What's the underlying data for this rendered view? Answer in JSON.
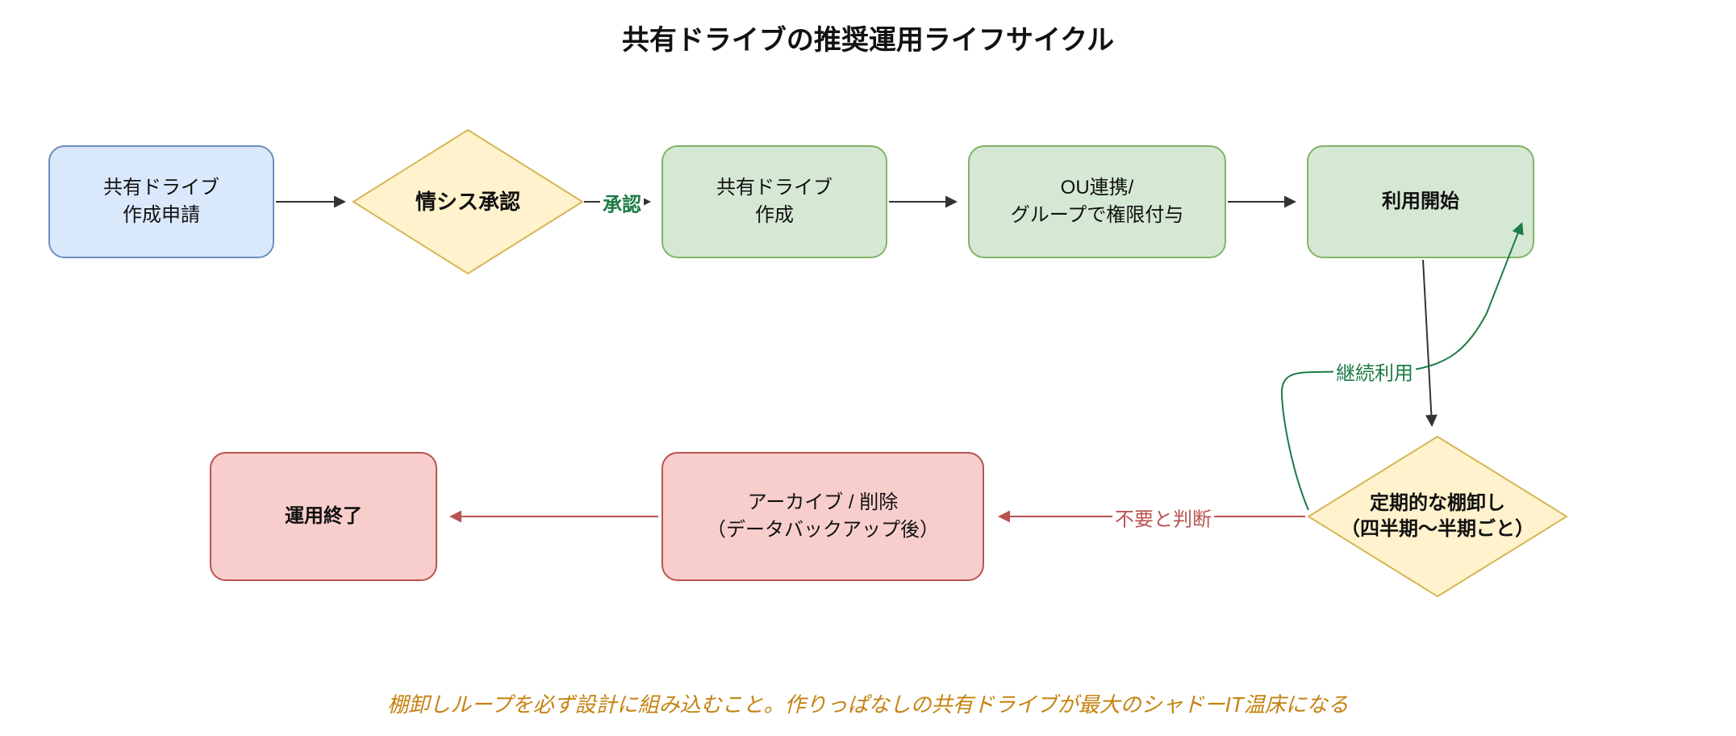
{
  "title": "共有ドライブの推奨運用ライフサイクル",
  "nodes": {
    "request": {
      "line1": "共有ドライブ",
      "line2": "作成申請"
    },
    "approval": {
      "label": "情シス承認"
    },
    "create": {
      "line1": "共有ドライブ",
      "line2": "作成"
    },
    "permission": {
      "line1": "OU連携/",
      "line2": "グループで権限付与"
    },
    "start": {
      "label": "利用開始"
    },
    "review": {
      "line1": "定期的な棚卸し",
      "line2": "（四半期〜半期ごと）"
    },
    "archive": {
      "line1": "アーカイブ / 削除",
      "line2": "（データバックアップ後）"
    },
    "end": {
      "label": "運用終了"
    }
  },
  "edge_labels": {
    "approved": "承認",
    "continue": "継続利用",
    "unnecessary": "不要と判断"
  },
  "note": "棚卸しループを必ず設計に組み込むこと。作りっぱなしの共有ドライブが最大のシャドーIT温床になる",
  "colors": {
    "blue_fill": "#dae8fc",
    "blue_stroke": "#6c8ebf",
    "green_fill": "#d5e8d4",
    "green_stroke": "#82b366",
    "yellow_fill": "#fff2cc",
    "yellow_stroke": "#d6b656",
    "red_fill": "#f8cecc",
    "red_stroke": "#b85450",
    "black_edge": "#333333",
    "green_edge": "#1e7b45",
    "red_edge": "#b85450",
    "note_text": "#c5820f"
  }
}
